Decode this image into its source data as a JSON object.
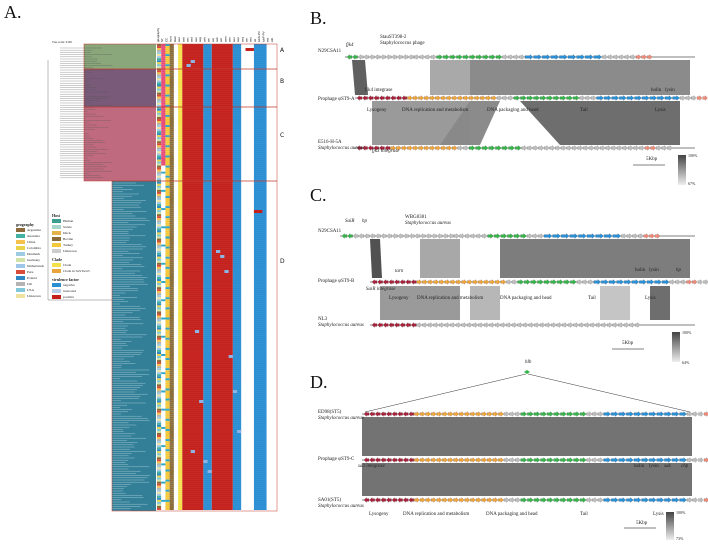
{
  "panels": {
    "a": {
      "label": "A.",
      "scale_text": "Tree scale: 0.001",
      "clades": [
        "A",
        "B",
        "C",
        "D"
      ],
      "columns": [
        "geography",
        "ST",
        "CC",
        "host",
        "blaZ",
        "sea",
        "seb",
        "sec",
        "sed",
        "see",
        "seg",
        "seh",
        "sei",
        "sej",
        "sek",
        "sel",
        "sem",
        "sen",
        "seo",
        "sep",
        "seq",
        "ser",
        "seu",
        "tst",
        "lukS-PV",
        "lukF-PV",
        "eta",
        "etb"
      ],
      "legend": {
        "geography_title": "geography",
        "geography": [
          "Argentina",
          "Australia",
          "China",
          "Colombia",
          "Denmark",
          "Germany",
          "Netherlands",
          "Peru",
          "Poland",
          "UK",
          "USA",
          "Unknown"
        ],
        "host_title": "Host",
        "host": [
          "Human",
          "Swine",
          "Duck",
          "Bovine",
          "Turkey",
          "Unknown"
        ],
        "clade_title": "Clade",
        "clade": [
          "Clade",
          "Clade in SeSTa/st5"
        ],
        "vf_title": "virulence factor",
        "vf": [
          "negative",
          "truncated",
          "positive"
        ]
      }
    },
    "b": {
      "label": "B.",
      "phage": "StauST398-2",
      "phage_sub": "Staphylococcus phage",
      "top": "N29CSA11",
      "mid": "Prophage φST9-A",
      "bot": "E516-H-5A",
      "bot_sub": "Staphylococcus aureus",
      "top_tag": "fjk4",
      "integrase": "fjk4 integrase",
      "bot_integrase": "fjk3 integrase",
      "holin": "holin",
      "lysin": "lysin",
      "modules": [
        "Lysogeny",
        "DNA replication and metabolism",
        "DNA packaging and head",
        "Tail",
        "Lysis"
      ],
      "scalebar": "5Kbp",
      "legend_hi": "100%",
      "legend_lo": "67%"
    },
    "c": {
      "label": "C.",
      "top_tag": "SaiR",
      "top_tag2": "hp",
      "phage": "WBG8381",
      "phage_sub": "Staphylococcus aureus",
      "top": "N29CSA11",
      "mid": "Prophage φST9-B",
      "bot": "NL3",
      "bot_sub": "Staphylococcus aureus",
      "hp": "hp",
      "tarn": "tarn",
      "integrase": "SaiR integrase",
      "holin": "holin",
      "lysin": "lysin",
      "modules": [
        "Lysogeny",
        "DNA replication and metabolism",
        "DNA packaging and head",
        "Tail",
        "Lysis"
      ],
      "scalebar": "5Kbp",
      "legend_hi": "100%",
      "legend_lo": "64%"
    },
    "d": {
      "label": "D.",
      "top_tag": "hlb",
      "top": "ED98(ST5)",
      "top_sub": "Staphylococcus aureus",
      "mid": "Prophage φST9-C",
      "bot": "SA01(ST5)",
      "bot_sub": "Staphylococcus aureus",
      "integrase": "sa3 integrase",
      "holin": "holin",
      "lysin": "lysin",
      "sak": "sak",
      "chp": "chp",
      "modules": [
        "Lysogeny",
        "DNA replication and metabolism",
        "DNA packaging and head",
        "Tail",
        "Lysis"
      ],
      "scalebar": "5Kbp",
      "legend_hi": "100%",
      "legend_lo": "73%"
    }
  },
  "colors": {
    "lysogeny": "#a8213a",
    "dna": "#f0a33a",
    "pack": "#36b34a",
    "tail": "#2b8fd6",
    "lysis": "#f08a78",
    "other": "#bdbdbd",
    "heat_red": "#c4201c",
    "heat_blue": "#2a8ed3",
    "cladeA": "#89a77a",
    "cladeB": "#7a5a79",
    "cladeC": "#c06a7f",
    "cladeD": "#337f98"
  }
}
